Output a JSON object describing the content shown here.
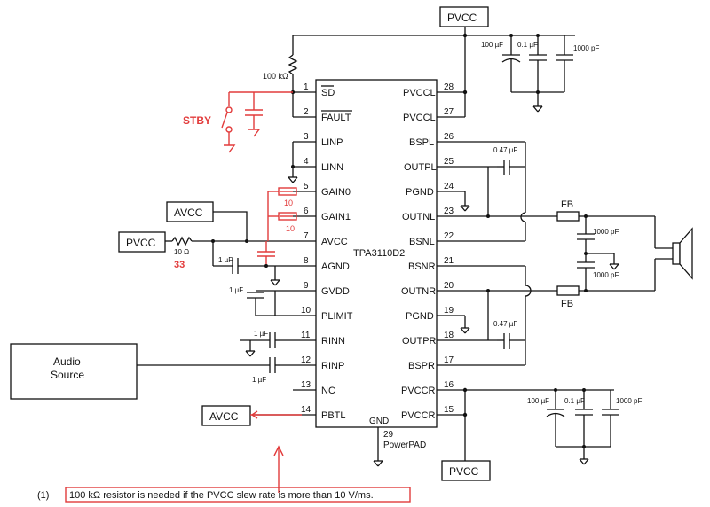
{
  "chip": {
    "name": "TPA3110D2",
    "gnd_label": "GND",
    "gnd_pin": "29",
    "powerpad_label": "PowerPAD",
    "pins_left": [
      {
        "num": "1",
        "name": "SD"
      },
      {
        "num": "2",
        "name": "FAULT"
      },
      {
        "num": "3",
        "name": "LINP"
      },
      {
        "num": "4",
        "name": "LINN"
      },
      {
        "num": "5",
        "name": "GAIN0"
      },
      {
        "num": "6",
        "name": "GAIN1"
      },
      {
        "num": "7",
        "name": "AVCC"
      },
      {
        "num": "8",
        "name": "AGND"
      },
      {
        "num": "9",
        "name": "GVDD"
      },
      {
        "num": "10",
        "name": "PLIMIT"
      },
      {
        "num": "11",
        "name": "RINN"
      },
      {
        "num": "12",
        "name": "RINP"
      },
      {
        "num": "13",
        "name": "NC"
      },
      {
        "num": "14",
        "name": "PBTL"
      }
    ],
    "pins_right": [
      {
        "num": "28",
        "name": "PVCCL"
      },
      {
        "num": "27",
        "name": "PVCCL"
      },
      {
        "num": "26",
        "name": "BSPL"
      },
      {
        "num": "25",
        "name": "OUTPL"
      },
      {
        "num": "24",
        "name": "PGND"
      },
      {
        "num": "23",
        "name": "OUTNL"
      },
      {
        "num": "22",
        "name": "BSNL"
      },
      {
        "num": "21",
        "name": "BSNR"
      },
      {
        "num": "20",
        "name": "OUTNR"
      },
      {
        "num": "19",
        "name": "PGND"
      },
      {
        "num": "18",
        "name": "OUTPR"
      },
      {
        "num": "17",
        "name": "BSPR"
      },
      {
        "num": "16",
        "name": "PVCCR"
      },
      {
        "num": "15",
        "name": "PVCCR"
      }
    ]
  },
  "rails": {
    "pvcc_top": "PVCC",
    "pvcc_bottom": "PVCC",
    "avcc_left": "AVCC",
    "avcc_bottom": "AVCC",
    "pvcc_left": "PVCC",
    "audio_source_line1": "Audio",
    "audio_source_line2": "Source"
  },
  "components": {
    "r_pullup": "100 kΩ",
    "r_avcc": "10 Ω",
    "c_top_1": "100 µF",
    "c_top_2": "0.1 µF",
    "c_top_3": "1000 pF",
    "c_bot_1": "100 µF",
    "c_bot_2": "0.1 µF",
    "c_bot_3": "1000 pF",
    "c_bsl": "0.47 µF",
    "c_bsr": "0.47 µF",
    "c_out_1": "1000 pF",
    "c_out_2": "1000 pF",
    "c_agnd": "1 µF",
    "c_gvdd": "1 µF",
    "c_rinn": "1 µF",
    "c_rinp": "1 µF",
    "fb_top": "FB",
    "fb_bottom": "FB"
  },
  "annotations": {
    "stby": "STBY",
    "r33": "33",
    "gain_r1": "10",
    "gain_r2": "10"
  },
  "footnote": {
    "number": "(1)",
    "text": "100 kΩ resistor is needed if the PVCC slew rate is more than 10 V/ms."
  }
}
